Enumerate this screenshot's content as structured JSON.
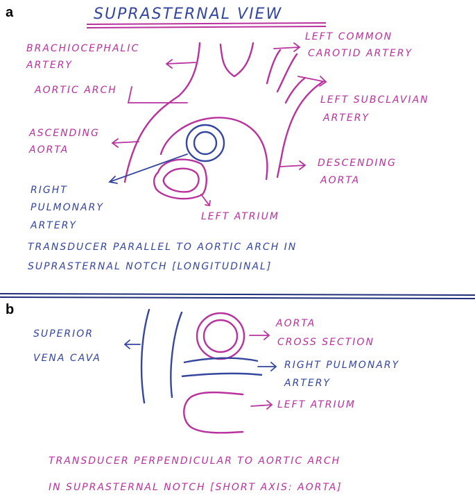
{
  "colors": {
    "magenta": "#b8329e",
    "blue": "#34469e",
    "divider": "#1f2f7a",
    "panel_label": "#000000"
  },
  "panel_a": {
    "label": "a",
    "title": "SUPRASTERNAL VIEW",
    "labels": {
      "brachiocephalic_1": "BRACHIOCEPHALIC",
      "brachiocephalic_2": "ARTERY",
      "aortic_arch": "AORTIC ARCH",
      "ascending_1": "ASCENDING",
      "ascending_2": "AORTA",
      "left_common_1": "LEFT COMMON",
      "left_common_2": "CAROTID ARTERY",
      "left_subclavian_1": "LEFT SUBCLAVIAN",
      "left_subclavian_2": "ARTERY",
      "descending_1": "DESCENDING",
      "descending_2": "AORTA",
      "right_pulmonary_1": "RIGHT",
      "right_pulmonary_2": "PULMONARY",
      "right_pulmonary_3": "ARTERY",
      "left_atrium": "LEFT ATRIUM"
    },
    "caption_1": "TRANSDUCER PARALLEL TO AORTIC ARCH IN",
    "caption_2": "SUPRASTERNAL NOTCH [LONGITUDINAL]"
  },
  "panel_b": {
    "label": "b",
    "labels": {
      "svc_1": "SUPERIOR",
      "svc_2": "VENA CAVA",
      "aorta_1": "AORTA",
      "aorta_2": "CROSS SECTION",
      "rpa_1": "RIGHT PULMONARY",
      "rpa_2": "ARTERY",
      "left_atrium": "LEFT ATRIUM"
    },
    "caption_1": "TRANSDUCER PERPENDICULAR TO AORTIC ARCH",
    "caption_2": "IN SUPRASTERNAL NOTCH [SHORT AXIS: AORTA]"
  }
}
